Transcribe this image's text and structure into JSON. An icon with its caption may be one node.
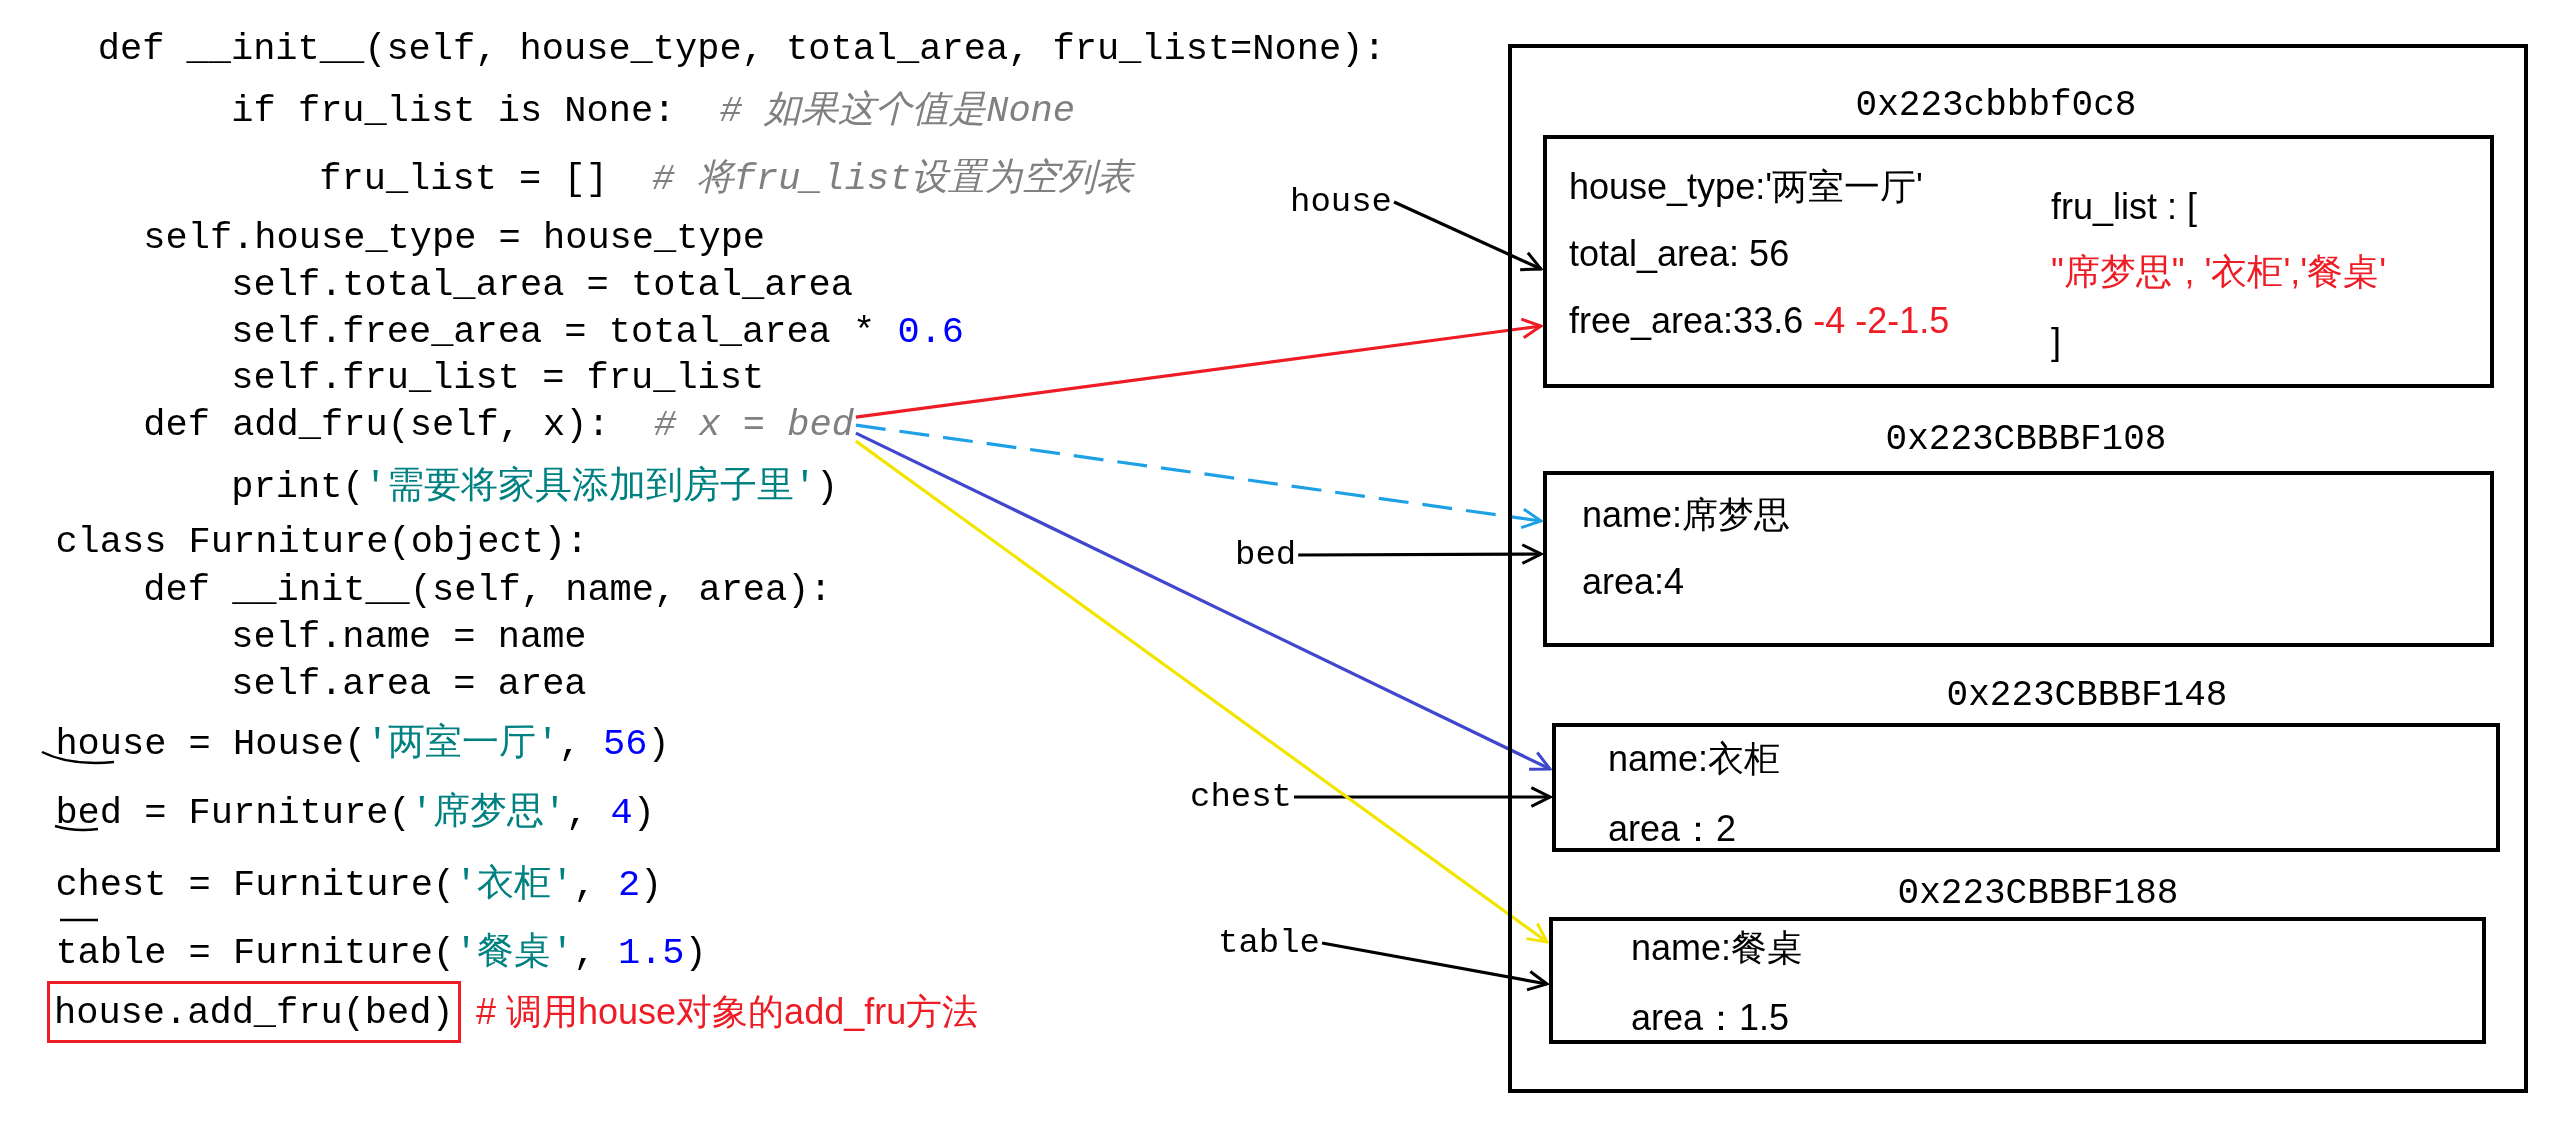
{
  "diagram": {
    "nodes": [
      {
        "text": [
          "def add_fru(self, x):  # x = bed"
        ]
      },
      {
        "text": [
          "house.add_fru(bed)"
        ],
        "beside": [
          "# 调用house对象的add_fru方法"
        ]
      },
      {
        "text": [
          "house"
        ]
      },
      {
        "text": [
          "bed"
        ]
      },
      {
        "text": [
          "chest"
        ]
      },
      {
        "text": [
          "table"
        ]
      },
      {
        "text": [],
        "shape": "box"
      },
      {
        "text": [
          "0x223cbbbf0c8",
          "house_type:'两室一厅'",
          "total_area: 56",
          "free_area:33.6",
          "-4 -2-1.5",
          "fru_list : [",
          "\"席梦思\", '衣柜','餐桌'",
          "]"
        ],
        "in": 6
      },
      {
        "text": [
          "0x223CBBBF108",
          "name:席梦思",
          "area:4"
        ],
        "in": 6
      },
      {
        "text": [
          "0x223CBBBF148",
          "name:衣柜",
          "area：2"
        ],
        "in": 6
      },
      {
        "text": [
          "0x223CBBBF188",
          "name:餐桌",
          "area：1.5"
        ],
        "in": 6
      }
    ],
    "edges": [
      {
        "from": 2,
        "to": 7,
        "arrow": "to"
      },
      {
        "from": 3,
        "to": 8,
        "arrow": "to"
      },
      {
        "from": 4,
        "to": 9,
        "arrow": "to"
      },
      {
        "from": 5,
        "to": 10,
        "arrow": "to"
      },
      {
        "from": 0,
        "to": 7,
        "arrow": "to",
        "color": "#ee1c24"
      },
      {
        "from": 0,
        "to": 8,
        "arrow": "to",
        "style": "dashed",
        "color": "#1ea0e6"
      },
      {
        "from": 0,
        "to": 9,
        "arrow": "to",
        "color": "#3f48cc"
      },
      {
        "from": 0,
        "to": 10,
        "arrow": "to",
        "color": "#f2e600"
      }
    ],
    "labels": [
      "def __init__(self, house_type, total_area, fru_list=None):",
      "if fru_list is None:  # 如果这个值是None",
      "fru_list = []  # 将fru_list设置为空列表",
      "self.house_type = house_type",
      "self.total_area = total_area",
      "self.free_area = total_area * 0.6",
      "self.fru_list = fru_list",
      "print('需要将家具添加到房子里')",
      "class Furniture(object):",
      "def __init__(self, name, area):",
      "self.name = name",
      "self.area = area",
      "house = House('两室一厅', 56)",
      "bed = Furniture('席梦思', 4)",
      "chest = Furniture('衣柜', 2)",
      "table = Furniture('餐桌', 1.5)"
    ]
  }
}
